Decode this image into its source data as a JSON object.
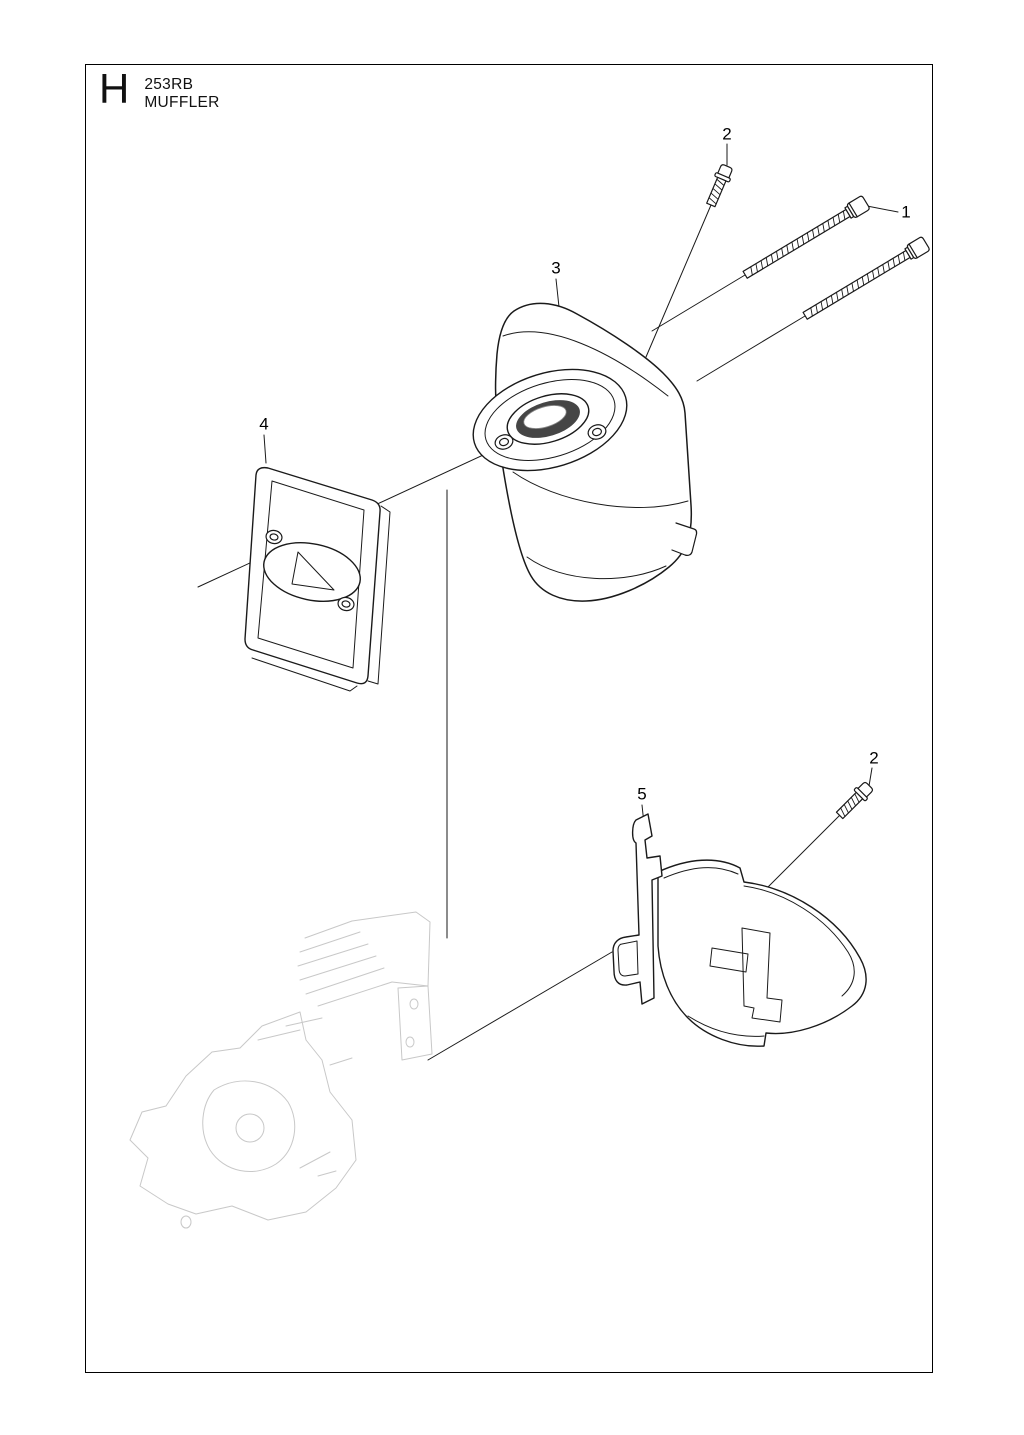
{
  "header": {
    "section_letter": "H",
    "model": "253RB",
    "title": "MUFFLER"
  },
  "callouts": {
    "screw_short_top": {
      "label": "2"
    },
    "screw_long": {
      "label": "1"
    },
    "muffler": {
      "label": "3"
    },
    "heat_shield": {
      "label": "4"
    },
    "screw_short_bottom": {
      "label": "2"
    },
    "guard": {
      "label": "5"
    }
  },
  "drawing": {
    "line_color": "#1a1a1a",
    "faint_color": "#c8c8c8",
    "background": "#ffffff"
  }
}
